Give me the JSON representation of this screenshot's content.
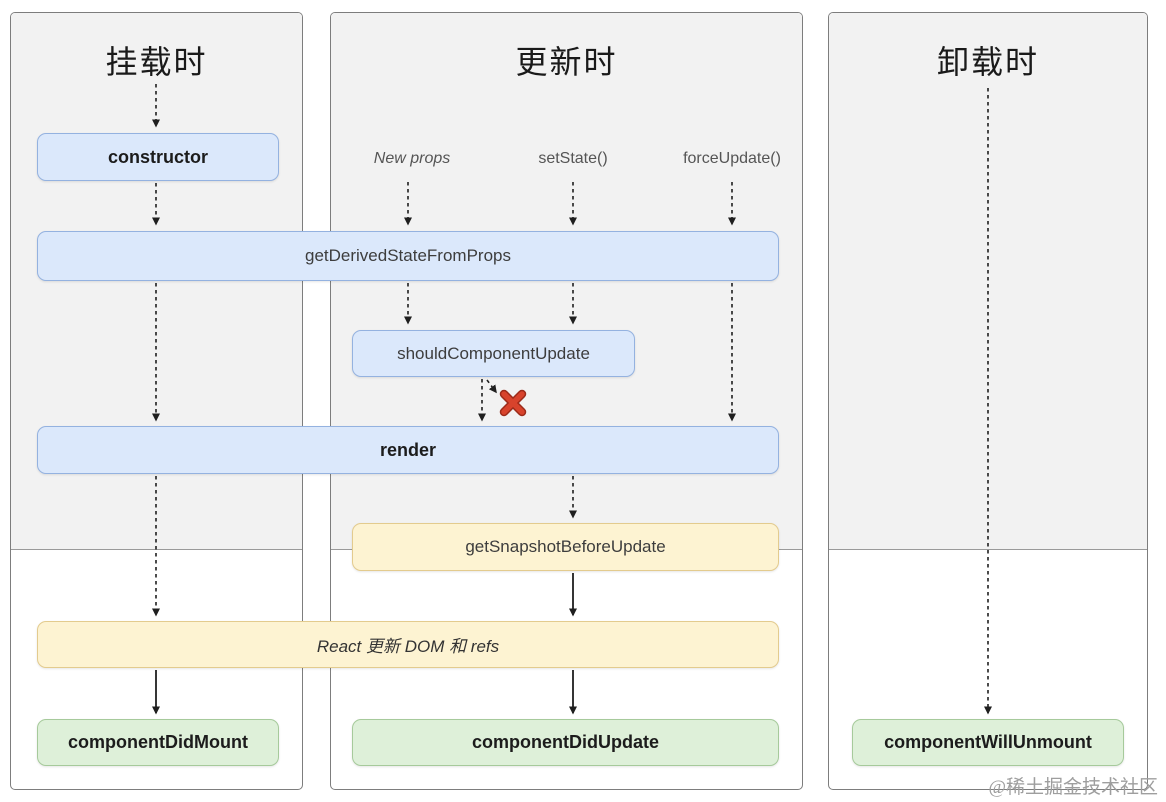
{
  "diagram": {
    "columns": [
      {
        "key": "mounting",
        "title": "挂载时"
      },
      {
        "key": "updating",
        "title": "更新时"
      },
      {
        "key": "unmounting",
        "title": "卸载时"
      }
    ],
    "triggers": {
      "new_props": "New props",
      "set_state": "setState()",
      "force_update": "forceUpdate()"
    },
    "nodes": {
      "constructor": "constructor",
      "get_derived_state_from_props": "getDerivedStateFromProps",
      "should_component_update": "shouldComponentUpdate",
      "render": "render",
      "get_snapshot_before_update": "getSnapshotBeforeUpdate",
      "react_updates_dom": "React 更新 DOM 和 refs",
      "component_did_mount": "componentDidMount",
      "component_did_update": "componentDidUpdate",
      "component_will_unmount": "componentWillUnmount"
    },
    "icons": {
      "cancel_x": "red-x-stop-icon"
    },
    "watermark": "@稀土掘金技术社区",
    "colors": {
      "phase_bg": "#f2f2f2",
      "column_border": "#7d7d7d",
      "blue_fill": "#dbe8fb",
      "blue_border": "#94b2e0",
      "yellow_fill": "#fdf3d2",
      "yellow_border": "#e3cb8e",
      "green_fill": "#def0d9",
      "green_border": "#a6ca9b",
      "x_red": "#d8432c",
      "arrow": "#1f1f1f"
    }
  }
}
